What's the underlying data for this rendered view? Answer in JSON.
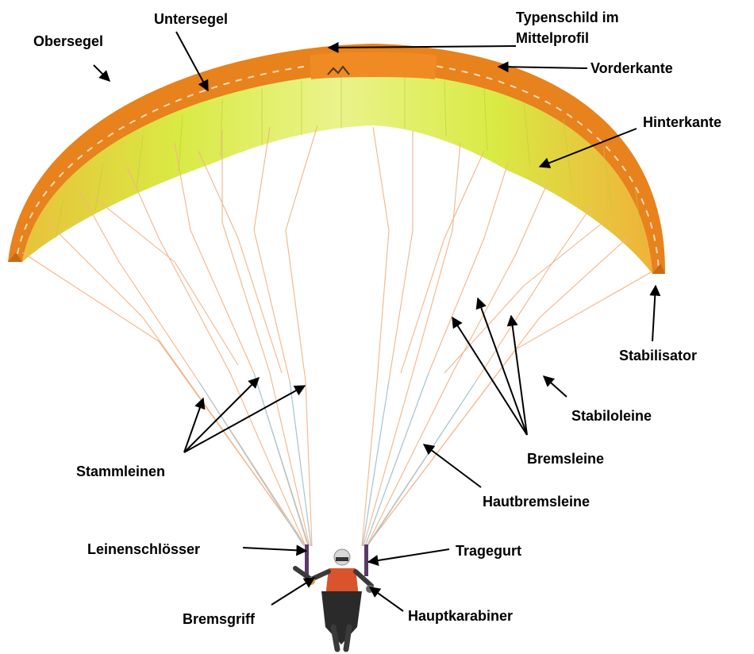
{
  "labels": {
    "obersegel": "Obersegel",
    "untersegel": "Untersegel",
    "typenschild_line1": "Typenschild im",
    "typenschild_line2": "Mittelprofil",
    "vorderkante": "Vorderkante",
    "hinterkante": "Hinterkante",
    "stabilisator": "Stabilisator",
    "stabiloleine": "Stabiloleine",
    "bremsleine": "Bremsleine",
    "hautbremsleine": "Hautbremsleine",
    "stammleinen": "Stammleinen",
    "leinenschloesser": "Leinenschlösser",
    "tragegurt": "Tragegurt",
    "bremsgriff": "Bremsgriff",
    "hauptkarabiner": "Hauptkarabiner"
  },
  "colors": {
    "canopy_top": "#e8821c",
    "canopy_mid": "#f2b23a",
    "canopy_under": "#d6ea3a",
    "canopy_under_light": "#eef59a",
    "line_orange": "#f2b58a",
    "line_blue": "#9ec8d8",
    "pilot_vest": "#d9532b",
    "arrow": "#000000"
  },
  "icons": {
    "logo": "mountain-logo-icon"
  }
}
